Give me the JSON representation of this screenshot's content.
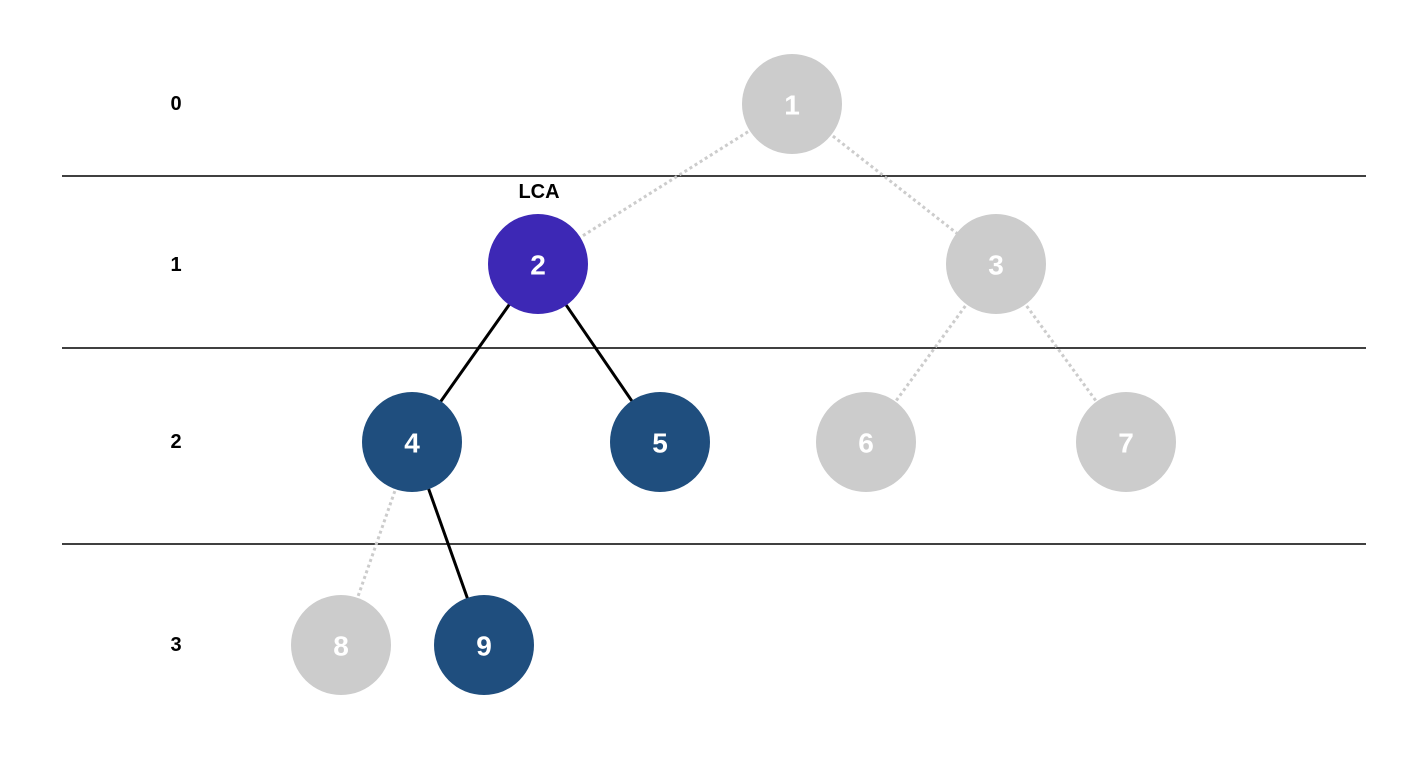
{
  "colors": {
    "background": "#ffffff",
    "separator": "#000000",
    "inactive_node": "#cccccc",
    "path_node": "#1f4e7e",
    "lca_node": "#3d28b5",
    "node_text": "#ffffff",
    "active_edge": "#000000",
    "inactive_edge": "#cccccc"
  },
  "levels": [
    {
      "label": "0"
    },
    {
      "label": "1"
    },
    {
      "label": "2"
    },
    {
      "label": "3"
    }
  ],
  "nodes": [
    {
      "id": "1",
      "label": "1",
      "level": 0,
      "state": "inactive"
    },
    {
      "id": "2",
      "label": "2",
      "level": 1,
      "state": "lca"
    },
    {
      "id": "3",
      "label": "3",
      "level": 1,
      "state": "inactive"
    },
    {
      "id": "4",
      "label": "4",
      "level": 2,
      "state": "path"
    },
    {
      "id": "5",
      "label": "5",
      "level": 2,
      "state": "path"
    },
    {
      "id": "6",
      "label": "6",
      "level": 2,
      "state": "inactive"
    },
    {
      "id": "7",
      "label": "7",
      "level": 2,
      "state": "inactive"
    },
    {
      "id": "8",
      "label": "8",
      "level": 3,
      "state": "inactive"
    },
    {
      "id": "9",
      "label": "9",
      "level": 3,
      "state": "path"
    }
  ],
  "edges": [
    {
      "from": "1",
      "to": "2",
      "style": "dotted"
    },
    {
      "from": "1",
      "to": "3",
      "style": "dotted"
    },
    {
      "from": "2",
      "to": "4",
      "style": "solid"
    },
    {
      "from": "2",
      "to": "5",
      "style": "solid"
    },
    {
      "from": "3",
      "to": "6",
      "style": "dotted"
    },
    {
      "from": "3",
      "to": "7",
      "style": "dotted"
    },
    {
      "from": "4",
      "to": "8",
      "style": "dotted"
    },
    {
      "from": "4",
      "to": "9",
      "style": "solid"
    }
  ],
  "annotations": [
    {
      "node": "2",
      "text": "LCA"
    }
  ]
}
